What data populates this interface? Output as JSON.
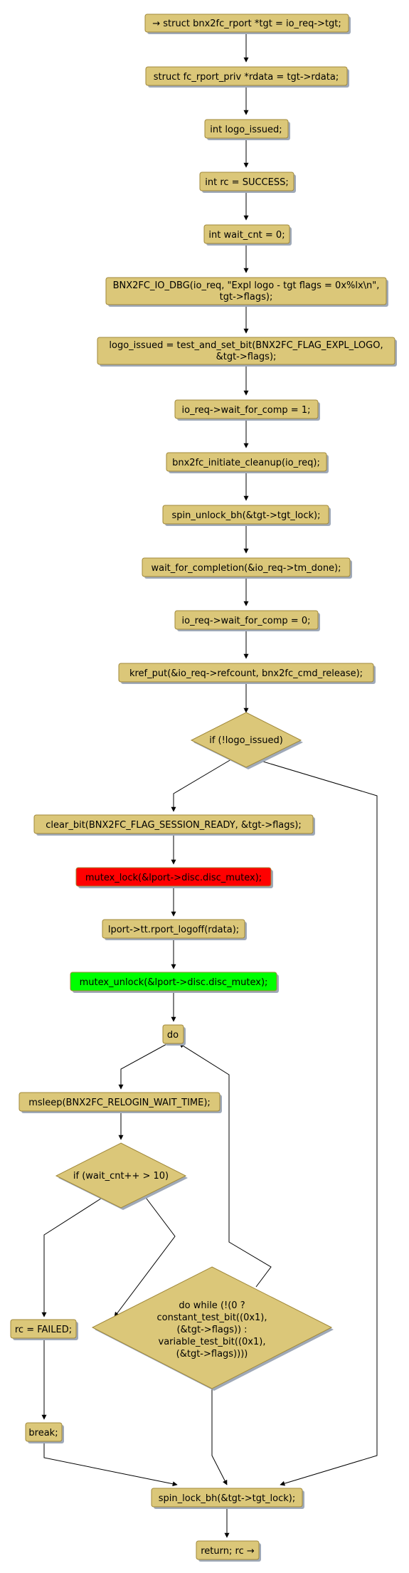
{
  "colors": {
    "node_fill": "#DBC779",
    "node_stroke": "#A0883A",
    "shadow": "#9FA9B8",
    "lock_fill": "#FF0000",
    "unlock_fill": "#00FF00",
    "edge": "#000000"
  },
  "nodes": {
    "n1": "→ struct bnx2fc_rport *tgt = io_req->tgt;",
    "n2": "struct fc_rport_priv *rdata = tgt->rdata;",
    "n3": "int logo_issued;",
    "n4": "int rc = SUCCESS;",
    "n5": "int wait_cnt = 0;",
    "n6_line1": "BNX2FC_IO_DBG(io_req, \"Expl logo - tgt flags = 0x%lx\\n\",",
    "n6_line2": "tgt->flags);",
    "n7_line1": "logo_issued = test_and_set_bit(BNX2FC_FLAG_EXPL_LOGO,",
    "n7_line2": "&tgt->flags);",
    "n8": "io_req->wait_for_comp = 1;",
    "n9": "bnx2fc_initiate_cleanup(io_req);",
    "n10": "spin_unlock_bh(&tgt->tgt_lock);",
    "n11": "wait_for_completion(&io_req->tm_done);",
    "n12": "io_req->wait_for_comp = 0;",
    "n13": "kref_put(&io_req->refcount, bnx2fc_cmd_release);",
    "d1": "if (!logo_issued)",
    "n14": "clear_bit(BNX2FC_FLAG_SESSION_READY, &tgt->flags);",
    "n15": "mutex_lock(&lport->disc.disc_mutex);",
    "n16": "lport->tt.rport_logoff(rdata);",
    "n17": "mutex_unlock(&lport->disc.disc_mutex);",
    "n18": "do",
    "n19": "msleep(BNX2FC_RELOGIN_WAIT_TIME);",
    "d2": "if (wait_cnt++ > 10)",
    "n20": "rc = FAILED;",
    "n21": "break;",
    "d3_line1": "do while (!(0 ?",
    "d3_line2": "constant_test_bit((0x1),",
    "d3_line3": "(&tgt->flags)) :",
    "d3_line4": "variable_test_bit((0x1),",
    "d3_line5": "(&tgt->flags))))",
    "n22": "spin_lock_bh(&tgt->tgt_lock);",
    "n23": "return; rc →"
  }
}
